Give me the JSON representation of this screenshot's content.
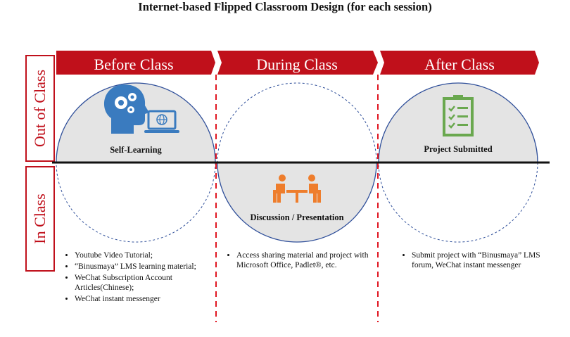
{
  "title": "Internet-based Flipped Classroom Design (for each session)",
  "side_labels": {
    "out_of_class": "Out of Class",
    "in_class": "In Class"
  },
  "phases": [
    {
      "banner": "Before Class",
      "circle_label": "Self-Learning",
      "bullets": [
        "Youtube Video Tutorial;",
        "“Binusmaya” LMS learning material;",
        "WeChat Subscription Account Articles(Chinese);",
        "WeChat instant messenger"
      ]
    },
    {
      "banner": "During Class",
      "circle_label": "Discussion / Presentation",
      "bullets": [
        "Access sharing material and project with Microsoft Office, Padlet®, etc."
      ]
    },
    {
      "banner": "After Class",
      "circle_label": "Project Submitted",
      "bullets": [
        "Submit project with “Binusmaya” LMS forum, WeChat instant messenger"
      ]
    }
  ],
  "colors": {
    "banner_red": "#c0101b",
    "circle_fill": "#e4e4e4",
    "circle_stroke": "#2f4f9a",
    "head_icon": "#3a7bbf",
    "table_icon": "#ee7d2c",
    "checklist_icon": "#6aa84f",
    "divider_red": "#e01520"
  },
  "icons": [
    "head-gears-icon",
    "laptop-globe-icon",
    "meeting-table-icon",
    "checklist-icon"
  ]
}
